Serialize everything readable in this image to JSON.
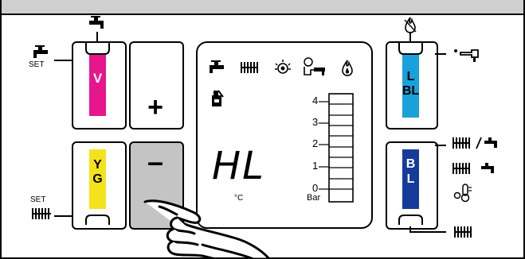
{
  "colors": {
    "magenta": "#e6168c",
    "yellow": "#f4e21c",
    "cyan": "#1aa0da",
    "blue": "#153c9a",
    "pressed_gray": "#c4c4c4"
  },
  "buttons": {
    "top_left_code": "V",
    "bottom_left_code_1": "Y",
    "bottom_left_code_2": "G",
    "plus_symbol": "+",
    "minus_symbol": "–",
    "right_top_code_1": "L",
    "right_top_code_2": "BL",
    "right_bottom_code_1": "B",
    "right_bottom_code_2": "L"
  },
  "labels": {
    "set_top": "SET",
    "set_bottom": "SET"
  },
  "display": {
    "main_readout": "HL",
    "unit_celsius": "°C",
    "unit_bar": "Bar",
    "scale": [
      "4",
      "3",
      "2",
      "1",
      "0"
    ]
  },
  "icons": {
    "lcd_row": [
      "tap-icon",
      "radiator-icon",
      "sun-burner-icon",
      "hand-tap-icon",
      "flame-icon"
    ],
    "right_side": [
      "radiator-slash-tap-icon",
      "radiator-tap-icon",
      "thermometer-icon",
      "radiator-icon"
    ]
  }
}
